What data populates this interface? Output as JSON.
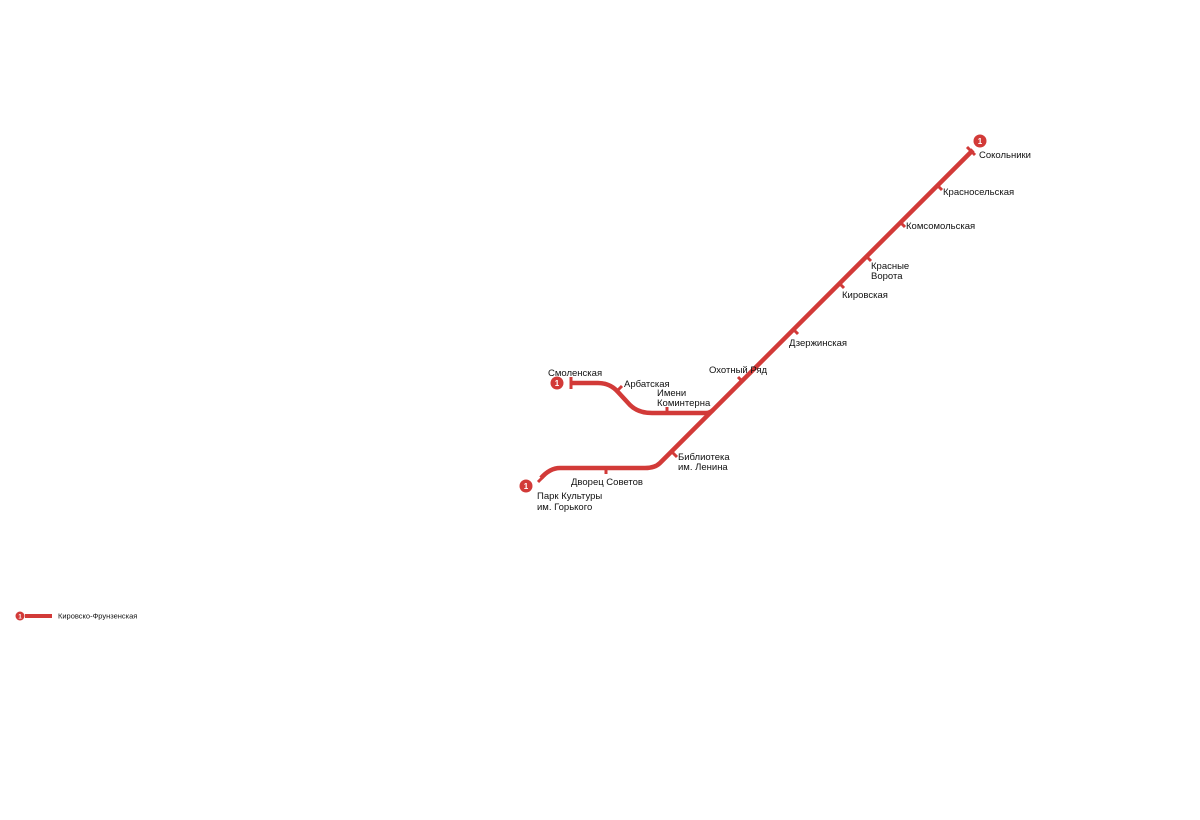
{
  "line": {
    "number": "1",
    "name": "Кировско-Фрунзенская",
    "color": "#d23a38"
  },
  "stations": {
    "sokolniki": "Сокольники",
    "krasnoselskaya": "Красносельская",
    "komsomolskaya": "Комсомольская",
    "krasnye_vorota_1": "Красные",
    "krasnye_vorota_2": "Ворота",
    "kirovskaya": "Кировская",
    "dzerzhinskaya": "Дзержинская",
    "okhotny_ryad": "Охотный Ряд",
    "biblioteka_1": "Библиотека",
    "biblioteka_2": "им. Ленина",
    "dvorets_sovetov": "Дворец Советов",
    "park_kultury_1": "Парк Культуры",
    "park_kultury_2": "им. Горького",
    "smolenskaya": "Смоленская",
    "arbatskaya": "Арбатская",
    "imeni_kominterna_1": "Имени",
    "imeni_kominterna_2": "Коминтерна"
  },
  "legend": {
    "items": [
      {
        "number": "1",
        "label": "Кировско-Фрунзенская"
      }
    ]
  }
}
